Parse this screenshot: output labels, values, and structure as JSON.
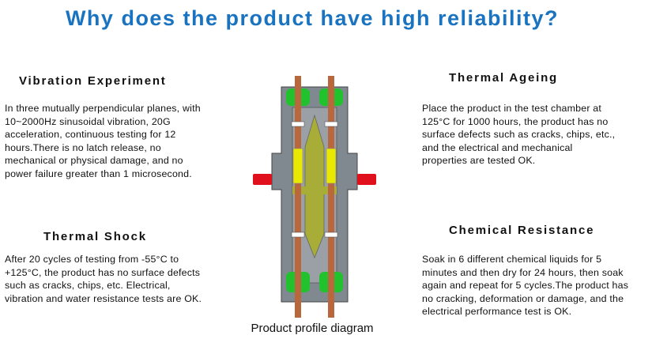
{
  "title": "Why does the product have high reliability?",
  "colors": {
    "title": "#1a73c0",
    "grey": "#808890",
    "green": "#22c22f",
    "red": "#e0101c",
    "copper": "#b8683c",
    "yellow": "#e8e800",
    "olive": "#a8ad38"
  },
  "sections": {
    "vibration": {
      "heading": "Vibration Experiment",
      "lines": [
        "In three mutually perpendicular planes, with",
        "10~2000Hz sinusoidal vibration, 20G",
        "acceleration, continuous testing for 12",
        "hours.There is no latch release, no",
        "mechanical or physical damage, and no",
        "power failure greater than 1 microsecond."
      ]
    },
    "thermal_ageing": {
      "heading": "Thermal Ageing",
      "lines": [
        "Place the product in the test chamber at",
        "125°C for 1000 hours, the product has no",
        "surface defects such as cracks, chips, etc.,",
        "and the electrical and mechanical",
        "properties are tested OK."
      ]
    },
    "thermal_shock": {
      "heading": "Thermal Shock",
      "lines": [
        "After 20 cycles of testing from -55°C to",
        "+125°C, the product has no surface defects",
        "such as cracks, chips, etc. Electrical,",
        "vibration and water resistance tests are OK."
      ]
    },
    "chemical_resistance": {
      "heading": "Chemical Resistance",
      "lines": [
        "Soak in 6 different chemical liquids for 5",
        "minutes and then dry for 24 hours, then soak",
        "again and repeat for 5 cycles.The product has",
        "no cracking, deformation or damage, and the",
        "electrical performance test is OK."
      ]
    }
  },
  "diagram_caption": "Product profile diagram"
}
